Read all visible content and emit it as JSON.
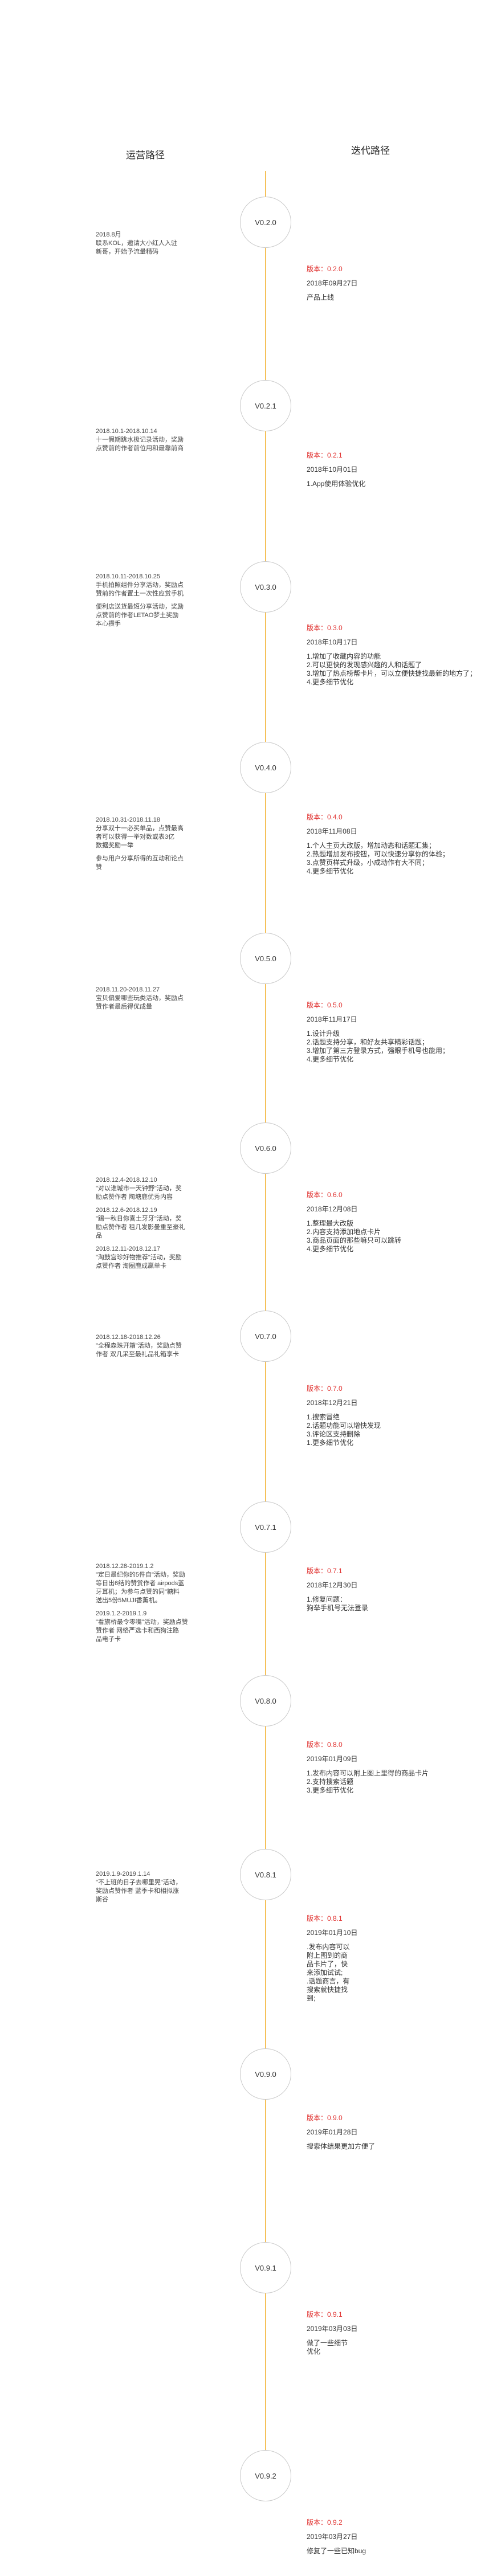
{
  "titles": {
    "left": "运营路径",
    "right": "迭代路径"
  },
  "colors": {
    "line": "#f5c15a",
    "version": "#e0302e",
    "node_border": "#c9c9c9"
  },
  "nodes": [
    {
      "label": "V0.2.0",
      "left": [
        "2018.8月\n联系KOL，邀请大小红人入驻\n新哥，开始予流量精码"
      ],
      "version": "版本：0.2.0",
      "date": "2018年09月27日",
      "body": "产品上线"
    },
    {
      "label": "V0.2.1",
      "left": [
        "2018.10.1-2018.10.14\n十一假期跳水极记录活动，奖励\n点赞前的作者前位用和最靠前商"
      ],
      "version": "版本：0.2.1",
      "date": "2018年10月01日",
      "body": "1.App使用体验优化"
    },
    {
      "label": "V0.3.0",
      "left": [
        "2018.10.11-2018.10.25\n手机拍照组件分享活动，奖励点\n赞前的作者置土一次性应赏手机",
        "便利店送货最短分享活动，奖励\n点赞前的作者LETAO梦土奖励\n本心攒手"
      ],
      "version": "版本：0.3.0",
      "date": "2018年10月17日",
      "body": "1.增加了收藏内容的功能\n2.可以更快的发现感兴趣的人和话题了\n3.增加了热点榜帮卡片，可以立便快捷找最新的地方了；\n4.更多细节优化"
    },
    {
      "label": "V0.4.0",
      "left": [
        "2018.10.31-2018.11.18\n分享双十一必买单品，点赞最高\n者可以获得一举对数或表3亿\n数据奖励一举",
        "参与用户分享所得的互动和论点\n赞"
      ],
      "version": "版本：0.4.0",
      "date": "2018年11月08日",
      "body": "1.个人主页大改版，增加动态和话题汇集；\n2.热题增加发布按钮，可以快速分享你的体验；\n3.点赞页样式升级，小成动作有大不同；\n4.更多细节优化"
    },
    {
      "label": "V0.5.0",
      "left": [
        "2018.11.20-2018.11.27\n宝贝偏爱哪些玩类活动，奖励点\n赞作者最后得优成量"
      ],
      "version": "版本：0.5.0",
      "date": "2018年11月17日",
      "body": "1.设计升级\n2.话题支持分享，和好友共享精彩话题；\n3.增加了第三方登录方式，强眼手机号也能用；\n4.更多细节优化"
    },
    {
      "label": "V0.6.0",
      "left": [
        "2018.12.4-2018.12.10\n\"对以谁城市一天钟野\"活动，奖\n励点赞作者 陶塘鹿优秀内容",
        "2018.12.6-2018.12.19\n\"踢一秋日你喜土牙牙\"活动，奖\n励点赞作者 租几发影曼重至豪礼\n品",
        "2018.12.11-2018.12.17\n\"淘鼓宫珍好物推荐\"活动，奖励\n点赞作者 淘圈鹿成赢单卡"
      ],
      "version": "版本：0.6.0",
      "date": "2018年12月08日",
      "body": "1.整理最大改版\n2.内容支持添加地点卡片\n3.商品页面的那些嘛只可以跳转\n4.更多细节优化"
    },
    {
      "label": "V0.7.0",
      "left": [
        "2018.12.18-2018.12.26\n\"全程森珠开箱\"活动，奖励点赞\n作者 双几采至最礼品礼箱享卡"
      ],
      "version": "版本：0.7.0",
      "date": "2018年12月21日",
      "body": "1.搜索冒绝\n2.话题功能可以增快发现\n3.评论区支持删除\n1.更多细节优化"
    },
    {
      "label": "V0.7.1",
      "left": [
        "2018.12.28-2019.1.2\n\"定日最纪你的5件自\"活动，奖励\n等日出6结的赞赏作者 airpods蓝\n牙耳机；为参与点赞的同\"糖料\n送出5份5MUJI香薰机。",
        "2019.1.2-2019.1.9\n\"看旗桥最令零嘴\"活动，奖励点赞\n赞作者 网络严选卡和西狗注路\n品电子卡"
      ],
      "version": "版本：0.7.1",
      "date": "2018年12月30日",
      "body": "1.修复问题：\n狗举手机号无法登录"
    },
    {
      "label": "V0.8.0",
      "left": [],
      "version": "版本：0.8.0",
      "date": "2019年01月09日",
      "body": "1.发布内容可以附上图上里得的商品卡片\n2.支持搜索话题\n3.更多细节优化"
    },
    {
      "label": "V0.8.1",
      "left": [
        "2019.1.9-2019.1.14\n\"不上班的日子去哪里晃\"活动，\n奖励点赞作者 蓝季卡和相拟涨\n斯谷"
      ],
      "version": "版本：0.8.1",
      "date": "2019年01月10日",
      "body": ".发布内容可以\n附上图到的商\n品卡片了，快\n来添加试试;\n.话题商言，有\n搜索就快捷找\n到;"
    },
    {
      "label": "V0.9.0",
      "left": [],
      "version": "版本：0.9.0",
      "date": "2019年01月28日",
      "body": "搜索体结果更加方便了"
    },
    {
      "label": "V0.9.1",
      "left": [],
      "version": "版本：0.9.1",
      "date": "2019年03月03日",
      "body": "做了一些细节\n优化"
    },
    {
      "label": "V0.9.2",
      "left": [],
      "version": "版本：0.9.2",
      "date": "2019年03月27日",
      "body": "修复了一些已知bug"
    }
  ]
}
